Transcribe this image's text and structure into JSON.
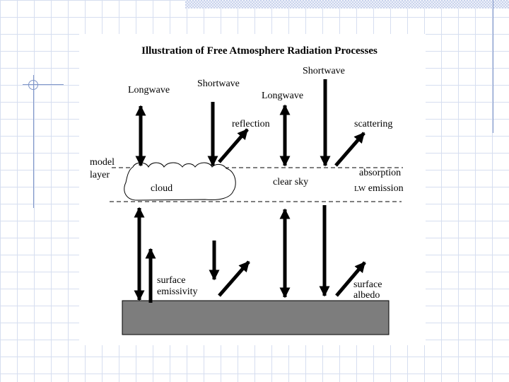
{
  "diagram": {
    "title": "Illustration of Free Atmosphere Radiation Processes",
    "labels": {
      "longwave_left": "Longwave",
      "shortwave_left": "Shortwave",
      "longwave_mid": "Longwave",
      "shortwave_right": "Shortwave",
      "reflection": "reflection",
      "scattering": "scattering",
      "model": "model",
      "layer": "layer",
      "cloud": "cloud",
      "clear_sky": "clear sky",
      "absorption": "absorption",
      "lw": "LW",
      "emission": " emission",
      "surface_left": "surface",
      "emissivity": "emissivity",
      "surface_right": "surface",
      "albedo": "albedo"
    }
  }
}
